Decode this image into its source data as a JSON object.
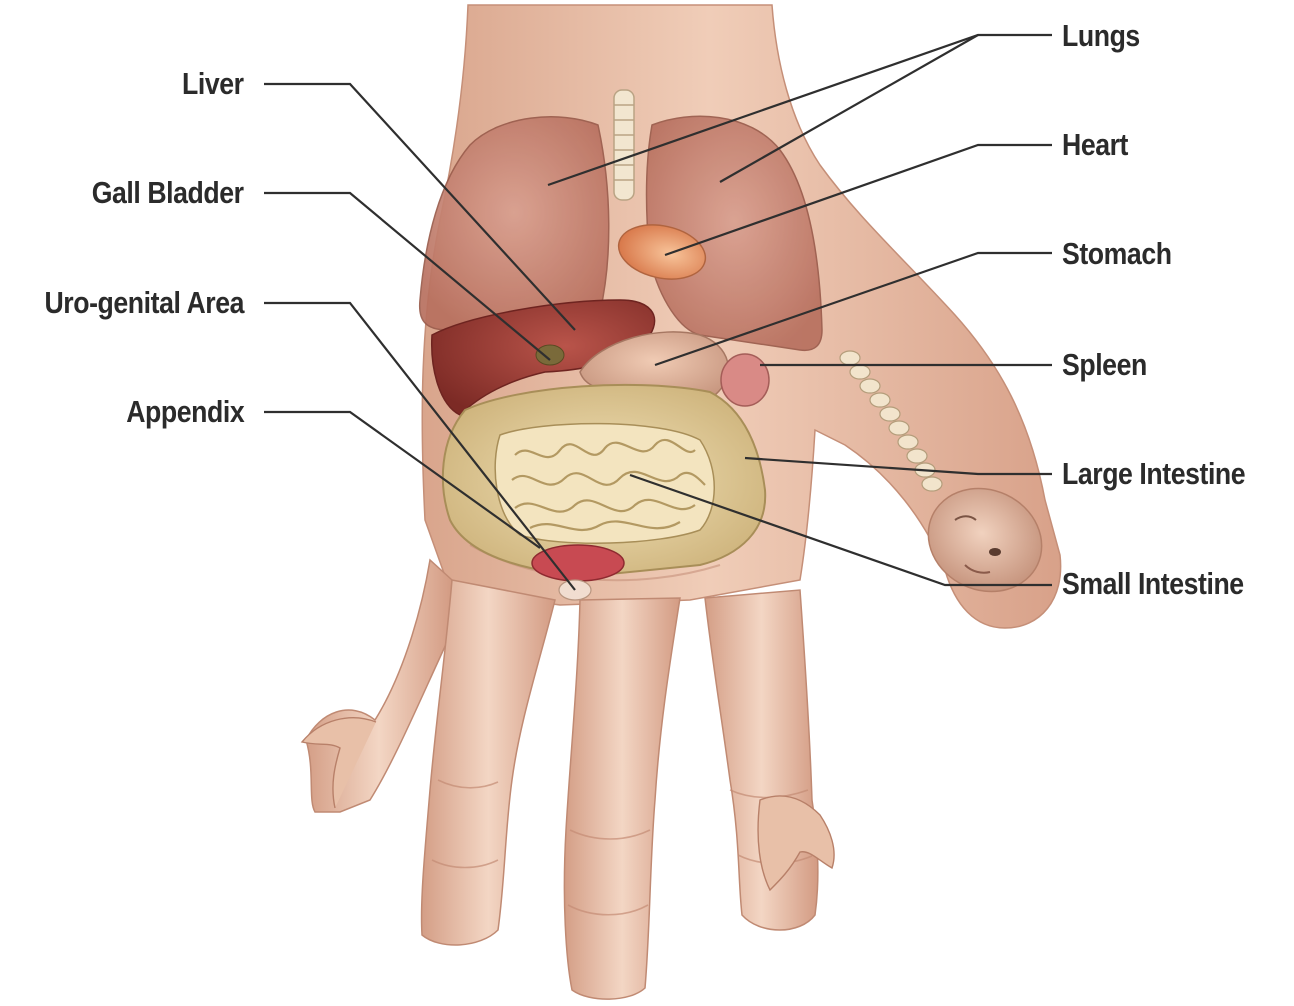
{
  "labels": {
    "left": {
      "liver": "Liver",
      "gall_bladder": "Gall Bladder",
      "uro_genital": "Uro-genital Area",
      "appendix": "Appendix"
    },
    "right": {
      "lungs": "Lungs",
      "heart": "Heart",
      "stomach": "Stomach",
      "spleen": "Spleen",
      "large_intestine": "Large Intestine",
      "small_intestine": "Small Intestine"
    }
  },
  "colors": {
    "skin": "#e8c0a8",
    "skin_shadow": "#c99079",
    "lungs": "#c98a78",
    "liver": "#9a3a32",
    "heart": "#e8955f",
    "stomach": "#e0b39a",
    "intestine": "#e8d6a2",
    "spleen": "#d98a86",
    "bladder": "#c84a52",
    "label_text": "#2b2b2b"
  },
  "icons": [
    "hand-illustration",
    "lungs-icon",
    "heart-icon",
    "liver-icon",
    "stomach-icon",
    "spleen-icon",
    "intestine-icon",
    "bladder-icon",
    "spine-icon",
    "head-icon"
  ]
}
